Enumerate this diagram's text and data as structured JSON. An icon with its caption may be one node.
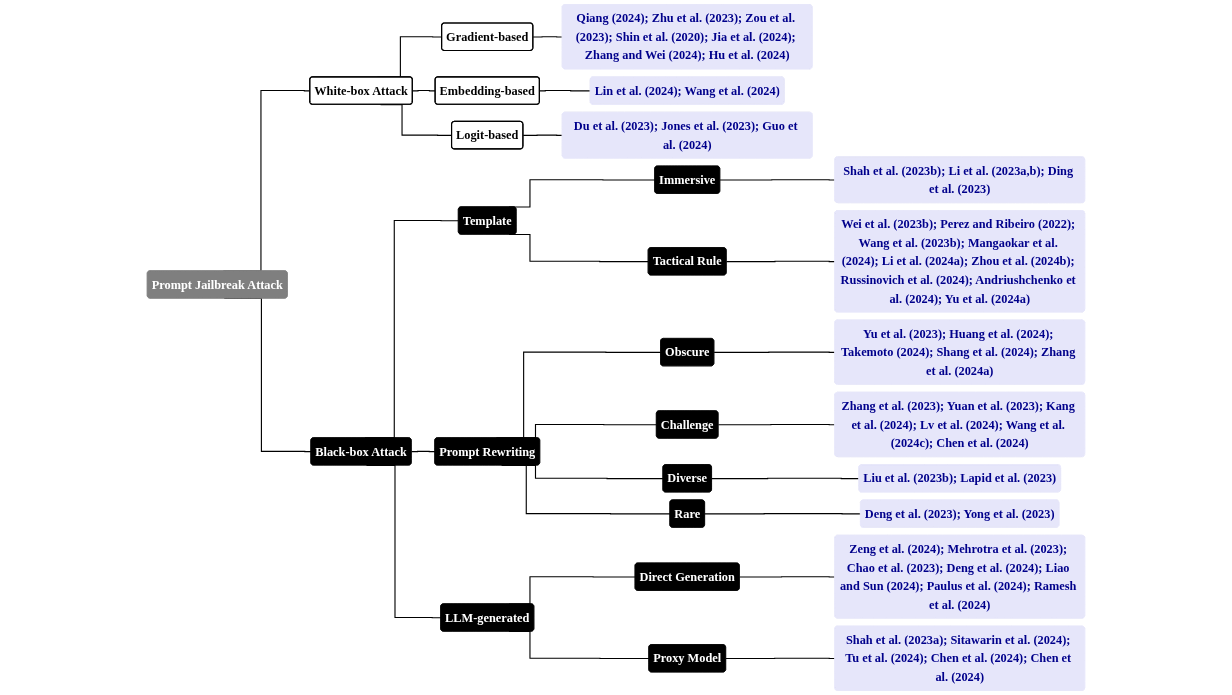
{
  "diagram": {
    "nodes": [
      {
        "text": [
          "Prompt Jailbreak Attack"
        ]
      },
      {
        "text": [
          "White-box Attack"
        ]
      },
      {
        "text": [
          "Gradient-based"
        ]
      },
      {
        "text": [
          "Qiang (2024); Zhu et al. (2023); Zou et al. (2023); Shin et al. (2020); Jia et al. (2024); Zhang and Wei (2024); Hu et al. (2024)"
        ]
      },
      {
        "text": [
          "Embedding-based"
        ]
      },
      {
        "text": [
          "Lin et al. (2024); Wang et al. (2024)"
        ]
      },
      {
        "text": [
          "Logit-based"
        ]
      },
      {
        "text": [
          "Du et al. (2023); Jones et al. (2023); Guo et al. (2024)"
        ]
      },
      {
        "text": [
          "Black-box Attack"
        ]
      },
      {
        "text": [
          "Template"
        ]
      },
      {
        "text": [
          "Immersive"
        ]
      },
      {
        "text": [
          "Shah et al. (2023b); Li et al. (2023a,b); Ding et al. (2023)"
        ]
      },
      {
        "text": [
          "Tactical Rule"
        ]
      },
      {
        "text": [
          "Wei et al. (2023b); Perez and Ribeiro (2022); Wang et al. (2023b); Mangaokar et al. (2024); Li et al. (2024a); Zhou et al. (2024b); Russinovich et al. (2024); Andriushchenko et al. (2024); Yu et al. (2024a)"
        ]
      },
      {
        "text": [
          "Prompt Rewriting"
        ]
      },
      {
        "text": [
          "Obscure"
        ]
      },
      {
        "text": [
          "Yu et al. (2023); Huang et al. (2024); Takemoto (2024); Shang et al. (2024); Zhang et al. (2024a)"
        ]
      },
      {
        "text": [
          "Challenge"
        ]
      },
      {
        "text": [
          "Zhang et al. (2023); Yuan et al. (2023); Kang et al. (2024); Lv et al. (2024); Wang et al. (2024c); Chen et al. (2024)"
        ]
      },
      {
        "text": [
          "Diverse"
        ]
      },
      {
        "text": [
          "Liu et al. (2023b); Lapid et al. (2023)"
        ]
      },
      {
        "text": [
          "Rare"
        ]
      },
      {
        "text": [
          "Deng et al. (2023); Yong et al. (2023)"
        ]
      },
      {
        "text": [
          "LLM-generated"
        ]
      },
      {
        "text": [
          "Direct Generation"
        ]
      },
      {
        "text": [
          "Zeng et al. (2024); Mehrotra et al. (2023); Chao et al. (2023); Deng et al. (2024); Liao and Sun (2024); Paulus et al. (2024); Ramesh et al. (2024)"
        ]
      },
      {
        "text": [
          "Proxy Model"
        ]
      },
      {
        "text": [
          "Shah et al. (2023a); Sitawarin et al. (2024); Tu et al. (2024); Chen et al. (2024); Chen et al. (2024)"
        ]
      }
    ],
    "edges": [
      {
        "from": 0,
        "to": 1,
        "arrow": "none"
      },
      {
        "from": 1,
        "to": 2,
        "arrow": "none"
      },
      {
        "from": 2,
        "to": 3,
        "arrow": "none"
      },
      {
        "from": 1,
        "to": 4,
        "arrow": "none"
      },
      {
        "from": 4,
        "to": 5,
        "arrow": "none"
      },
      {
        "from": 1,
        "to": 6,
        "arrow": "none"
      },
      {
        "from": 6,
        "to": 7,
        "arrow": "none"
      },
      {
        "from": 0,
        "to": 8,
        "arrow": "none"
      },
      {
        "from": 8,
        "to": 9,
        "arrow": "none"
      },
      {
        "from": 9,
        "to": 10,
        "arrow": "none"
      },
      {
        "from": 10,
        "to": 11,
        "arrow": "none"
      },
      {
        "from": 9,
        "to": 12,
        "arrow": "none"
      },
      {
        "from": 12,
        "to": 13,
        "arrow": "none"
      },
      {
        "from": 8,
        "to": 14,
        "arrow": "none"
      },
      {
        "from": 14,
        "to": 15,
        "arrow": "none"
      },
      {
        "from": 15,
        "to": 16,
        "arrow": "none"
      },
      {
        "from": 14,
        "to": 17,
        "arrow": "none"
      },
      {
        "from": 17,
        "to": 18,
        "arrow": "none"
      },
      {
        "from": 14,
        "to": 19,
        "arrow": "none"
      },
      {
        "from": 19,
        "to": 20,
        "arrow": "none"
      },
      {
        "from": 14,
        "to": 21,
        "arrow": "none"
      },
      {
        "from": 21,
        "to": 22,
        "arrow": "none"
      },
      {
        "from": 8,
        "to": 23,
        "arrow": "none"
      },
      {
        "from": 23,
        "to": 24,
        "arrow": "none"
      },
      {
        "from": 24,
        "to": 25,
        "arrow": "none"
      },
      {
        "from": 23,
        "to": 26,
        "arrow": "none"
      },
      {
        "from": 26,
        "to": 27,
        "arrow": "none"
      }
    ]
  }
}
